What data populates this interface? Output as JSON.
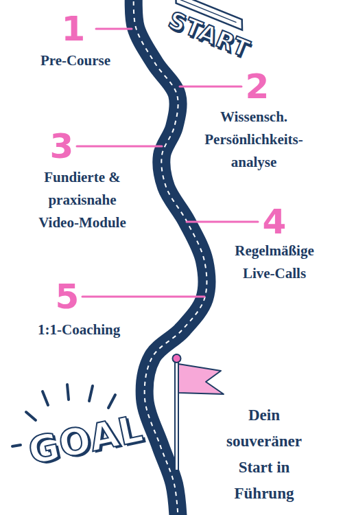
{
  "diagram": {
    "labels": [
      "1",
      "Pre-Course",
      "START",
      "2",
      "Wissensch. Persönlichkeits- analyse",
      "3",
      "Fundierte & praxisnahe Video-Module",
      "4",
      "Regelmäßige Live-Calls",
      "5",
      "1:1-Coaching",
      "GOAL",
      "Dein souveräner Start in Führung"
    ]
  }
}
